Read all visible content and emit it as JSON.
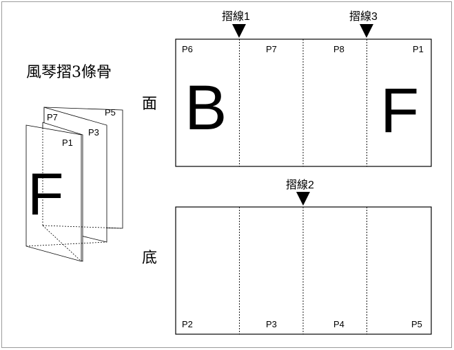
{
  "title": "風琴摺3條骨",
  "sides": {
    "front": "面",
    "back": "底"
  },
  "fold_lines": {
    "fold1": "摺線1",
    "fold2": "摺線2",
    "fold3": "摺線3"
  },
  "front_panels": [
    "P6",
    "P7",
    "P8",
    "P1"
  ],
  "back_panels": [
    "P2",
    "P3",
    "P4",
    "P5"
  ],
  "front_big_letters": {
    "left": "B",
    "right": "F"
  },
  "booklet": {
    "pages": [
      "P7",
      "P5",
      "P3",
      "P1"
    ],
    "big_letter": "F"
  }
}
